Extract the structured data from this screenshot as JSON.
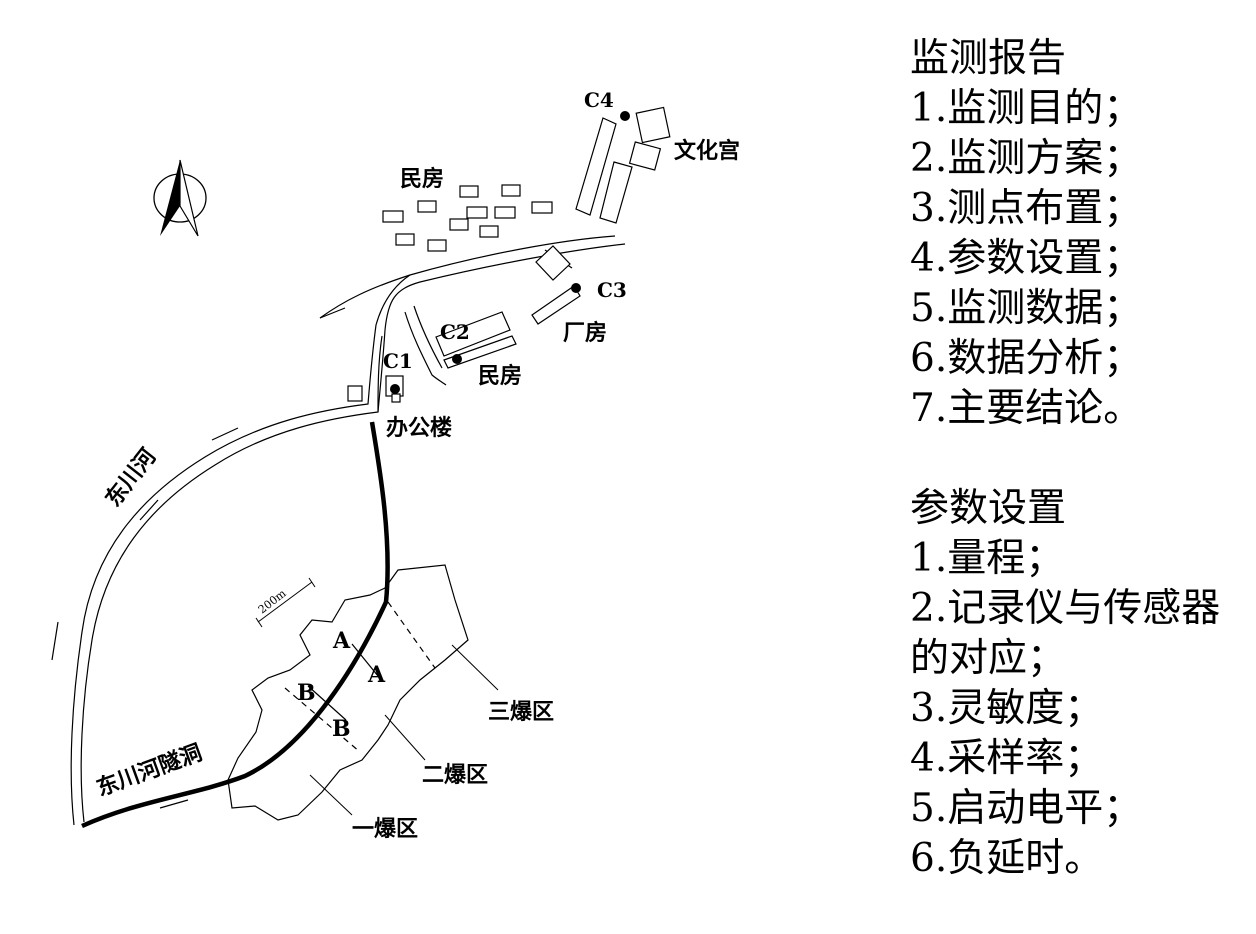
{
  "map": {
    "labels": {
      "residential_top": "民房",
      "culture_palace": "文化宫",
      "factory": "厂房",
      "residential_mid": "民房",
      "office": "办公楼",
      "river": "东川河",
      "tunnel": "东川河隧洞",
      "zone1": "一爆区",
      "zone2": "二爆区",
      "zone3": "三爆区",
      "scale": "200m",
      "section_a_left": "A",
      "section_a_right": "A",
      "section_b_left": "B",
      "section_b_right": "B"
    },
    "points": {
      "c1": "C1",
      "c2": "C2",
      "c3": "C3",
      "c4": "C4"
    }
  },
  "report": {
    "title": "监测报告",
    "items": [
      "1.监测目的；",
      "2.监测方案；",
      "3.测点布置；",
      "4.参数设置；",
      "5.监测数据；",
      "6.数据分析；",
      "7.主要结论。"
    ]
  },
  "params": {
    "title": "参数设置",
    "items": [
      "1.量程；",
      "2.记录仪与传感器的对应；",
      "3.灵敏度；",
      "4.采样率；",
      "5.启动电平；",
      "6.负延时。"
    ]
  }
}
